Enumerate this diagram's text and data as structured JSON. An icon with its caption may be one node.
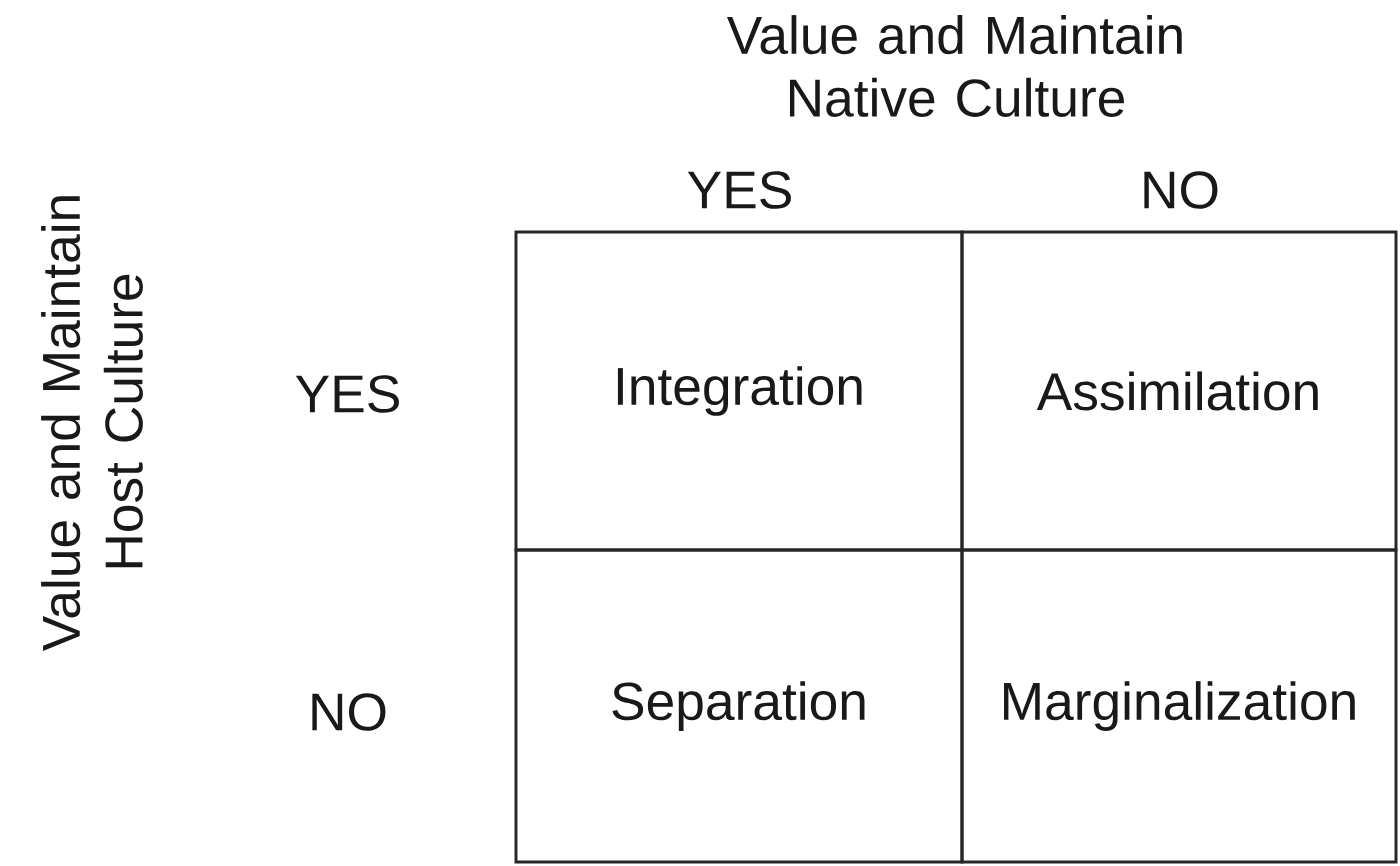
{
  "diagram": {
    "nodes": [
      {
        "text": [
          "Integration"
        ]
      },
      {
        "text": [
          "Assimilation"
        ]
      },
      {
        "text": [
          "Separation"
        ]
      },
      {
        "text": [
          "Marginalization"
        ]
      }
    ],
    "labels": [
      "Value and Maintain Native Culture",
      "YES",
      "NO",
      "Value and Maintain Host Culture",
      "YES",
      "NO"
    ]
  }
}
